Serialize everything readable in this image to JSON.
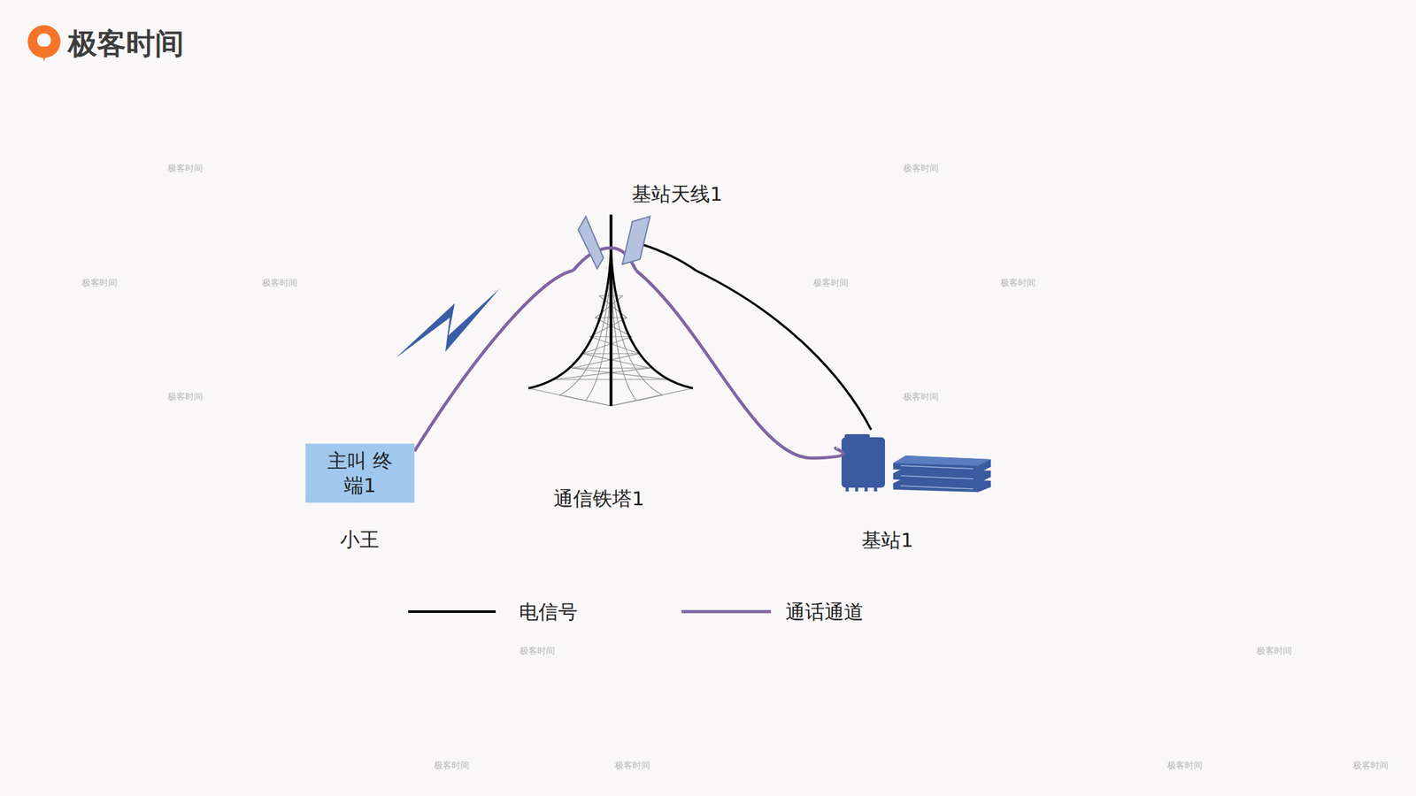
{
  "diagram": {
    "nodes": [
      {
        "text": [
          "主叫 终端1",
          "小王"
        ]
      },
      {
        "text": [
          "基站天线1"
        ]
      },
      {
        "text": [
          "通信铁塔1"
        ]
      },
      {
        "text": [
          "基站1"
        ]
      }
    ],
    "edges": [
      {
        "from": 0,
        "to": 1,
        "arrow": "none"
      },
      {
        "from": 1,
        "to": 3,
        "arrow": "none"
      },
      {
        "from": 1,
        "to": 3,
        "arrow": "none"
      }
    ],
    "labels": [
      "极客时间",
      "极客时间",
      "极客时间",
      "极客时间",
      "极客时间",
      "极客时间",
      "极客时间",
      "极客时间",
      "极客时间",
      "极客时间",
      "极客时间",
      "极客时间",
      "极客时间",
      "极客时间",
      "极客时间"
    ],
    "legend": [
      {
        "text": "电信号"
      },
      {
        "text": "通话通道"
      }
    ]
  }
}
